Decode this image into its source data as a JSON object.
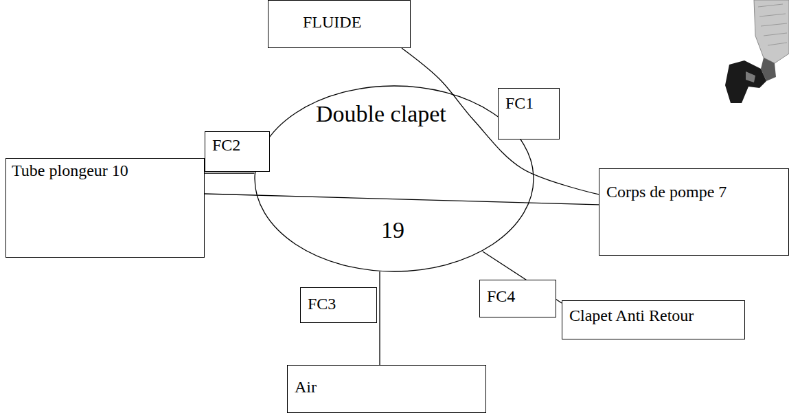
{
  "diagram": {
    "nodes": [
      {
        "text": [
          "FLUIDE"
        ]
      },
      {
        "text": [
          "Double clapet",
          "19"
        ]
      },
      {
        "text": [
          "FC1"
        ]
      },
      {
        "text": [
          "FC2"
        ]
      },
      {
        "text": [
          "Tube plongeur 10"
        ]
      },
      {
        "text": [
          "Corps de pompe 7"
        ]
      },
      {
        "text": [
          "FC4"
        ]
      },
      {
        "text": [
          "FC3"
        ]
      },
      {
        "text": [
          "Clapet Anti Retour"
        ]
      },
      {
        "text": [
          "Air"
        ]
      }
    ],
    "edges": [
      {
        "from": 0,
        "to": 5,
        "arrow": "none"
      },
      {
        "from": 4,
        "to": 1,
        "arrow": "none"
      },
      {
        "from": 4,
        "to": 5,
        "arrow": "none"
      },
      {
        "from": 1,
        "to": 8,
        "arrow": "none"
      },
      {
        "from": 9,
        "to": 1,
        "arrow": "none"
      }
    ]
  }
}
